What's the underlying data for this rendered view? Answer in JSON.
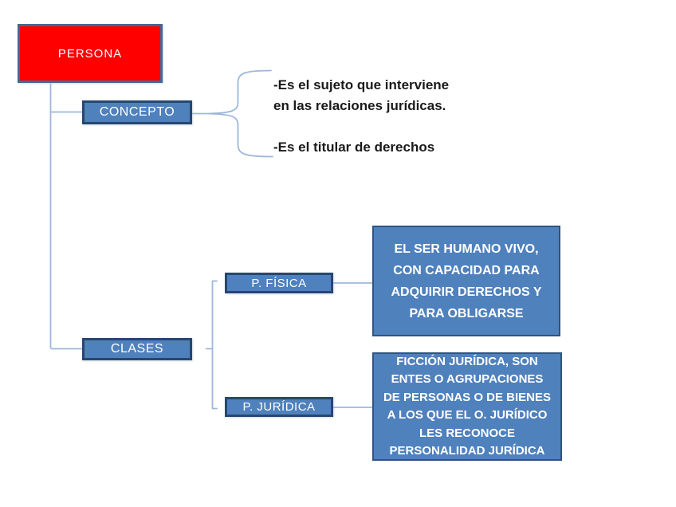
{
  "diagram": {
    "root": {
      "label": "PERSONA"
    },
    "branches": {
      "concepto": {
        "label": "CONCEPTO",
        "notes": "-Es el sujeto que interviene\nen las relaciones jurídicas.\n\n-Es el titular de derechos"
      },
      "clases": {
        "label": "CLASES",
        "children": {
          "fisica": {
            "label": "P. FÍSICA",
            "description": "EL SER HUMANO VIVO,\nCON CAPACIDAD PARA\nADQUIRIR DERECHOS Y\nPARA OBLIGARSE"
          },
          "juridica": {
            "label": "P. JURÍDICA",
            "description": "FICCIÓN JURÍDICA, SON\nENTES O AGRUPACIONES\nDE PERSONAS O DE BIENES\nA LOS QUE EL O. JURÍDICO\nLES RECONOCE\nPERSONALIDAD JURÍDICA"
          }
        }
      }
    },
    "colors": {
      "root_fill": "#FE0000",
      "root_border": "#476694",
      "node_fill": "#4F81BD",
      "node_border": "#27476F",
      "desc_border": "#2E5480",
      "connector": "#9DB7DB",
      "node_text": "#FFFFFF",
      "notes_text": "#1A1A1A",
      "background": "#FFFFFF"
    }
  }
}
